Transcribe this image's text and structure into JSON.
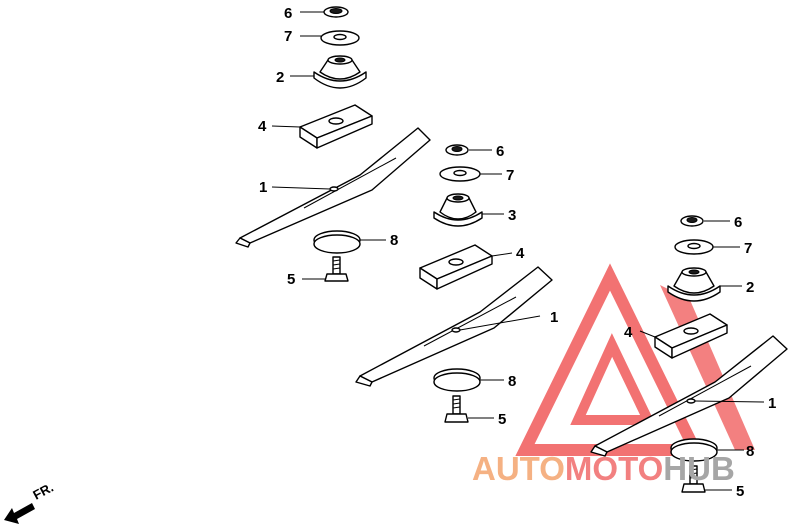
{
  "direction_label": "FR.",
  "watermark": {
    "word_part_1": "AUTO",
    "word_part_2": "MOTO",
    "word_part_3": "HUB",
    "color_1": "#f5b183",
    "color_2": "#f28080",
    "color_3": "#a6a6a6",
    "logo_color": "#f05a5a"
  },
  "callouts": {
    "a": [
      "6",
      "7",
      "2",
      "4",
      "1",
      "8",
      "5"
    ],
    "b": [
      "6",
      "7",
      "3",
      "4",
      "1",
      "8",
      "5"
    ],
    "c": [
      "6",
      "7",
      "2",
      "4",
      "1",
      "8",
      "5"
    ]
  }
}
